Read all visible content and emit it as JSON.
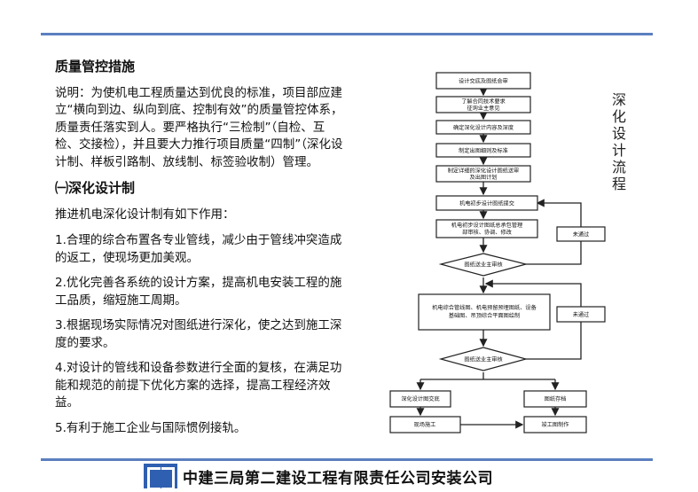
{
  "section_title": "质量管控措施",
  "intro": "说明：为使机电工程质量达到优良的标准，项目部应建立“横向到边、纵向到底、控制有效”的质量管控体系，质量责任落实到人。要严格执行“三检制”（自检、互检、交接检），并且要大力推行项目质量“四制”（深化设计制、样板引路制、放线制、标签验收制）管理。",
  "subsection_title": "㈠深化设计制",
  "subsection_intro": "推进机电深化设计制有如下作用：",
  "items": [
    "1.合理的综合布置各专业管线，减少由于管线冲突造成的返工，使现场更加美观。",
    "2.优化完善各系统的设计方案，提高机电安装工程的施工品质，缩短施工周期。",
    "3.根据现场实际情况对图纸进行深化，使之达到施工深度的要求。",
    "4.对设计的管线和设备参数进行全面的复核，在满足功能和规范的前提下优化方案的选择，提高工程经济效益。",
    "5.有利于施工企业与国际惯例接轨。"
  ],
  "flow_title": [
    "深",
    "化",
    "设",
    "计",
    "流",
    "程"
  ],
  "flow": {
    "n1": "设计交底及图纸会审",
    "n2a": "了解合同技术要求",
    "n2b": "征询业主意见",
    "n3": "确定深化设计内容及深度",
    "n4": "制定出图细则及标准",
    "n5a": "制定详细的深化设计图纸送审",
    "n5b": "及出图计划",
    "n6": "机电初步设计图纸提交",
    "n7a": "机电初步设计图纸总承包管理",
    "n7b": "部审核、协调、修改",
    "d1": "图纸送业主审核",
    "fail1": "未通过",
    "n8a": "机电综合管线图、机电预留预埋图纸、设备",
    "n8b": "基础图、吊顶综合平面图绘制",
    "fail2": "未通过",
    "d2": "图纸送业主审核",
    "n9": "深化设计图交底",
    "n10": "图纸存档",
    "n11": "现场施工",
    "n12": "竣工图制作"
  },
  "footer": {
    "company": "中建三局第二建设工程有限责任公司安装公司"
  },
  "colors": {
    "rule": "#5b7fc0",
    "logo": "#2f5fb0"
  }
}
